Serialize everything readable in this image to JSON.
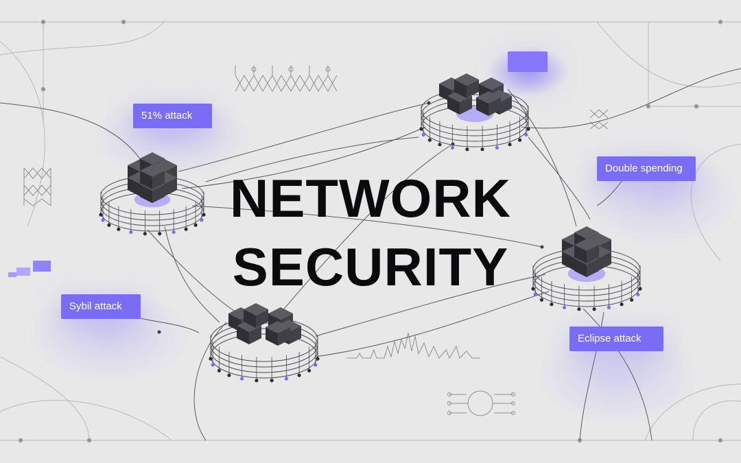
{
  "title": {
    "line1": "NETWORK",
    "line2": "SECURITY"
  },
  "tags": {
    "attack_51": "51% attack",
    "double_spending": "Double spending",
    "sybil_attack": "Sybil attack",
    "eclipse_attack": "Eclipse attack"
  },
  "colors": {
    "background": "#e8e8e9",
    "accent": "#7b6cf6",
    "title": "#0b0b0d",
    "node": "#3b3b40",
    "line": "#4a4a4f"
  },
  "icons": [
    "server-node-icon",
    "block-cluster-icon",
    "lattice-icon",
    "waveform-icon",
    "globe-icon"
  ]
}
